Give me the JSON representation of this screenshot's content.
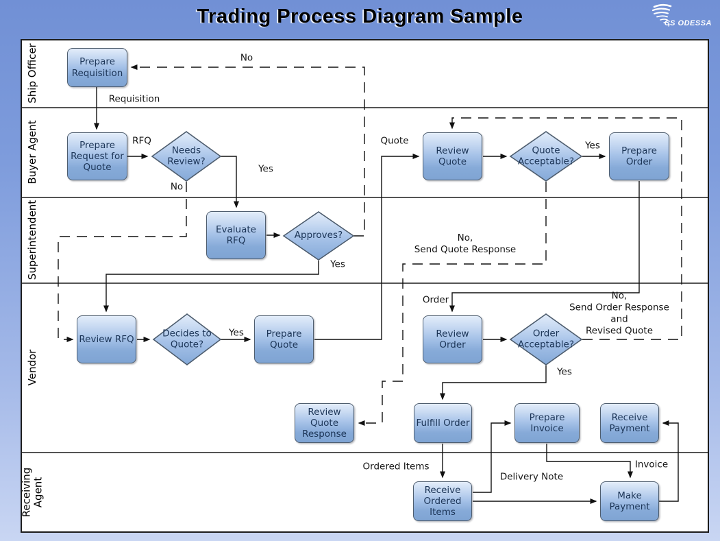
{
  "title": "Trading Process Diagram Sample",
  "logo": {
    "text": "CS ODESSA",
    "icon": "tornado-icon"
  },
  "colors": {
    "background_top": "#7190d5",
    "background_bottom": "#c9d6f3",
    "canvas": "#ffffff",
    "node_fill_top": "#e3edfa",
    "node_fill_bottom": "#7fa4d3",
    "node_border": "#4e5d6e",
    "node_text": "#1c3557",
    "line": "#1a1a1a"
  },
  "lanes": [
    {
      "label": "Ship Officer"
    },
    {
      "label": "Buyer Agent"
    },
    {
      "label": "Superintendent"
    },
    {
      "label": "Vendor"
    },
    {
      "label": "Receiving Agent"
    }
  ],
  "nodes": {
    "prepare_requisition": {
      "label": "Prepare Requisition",
      "type": "process"
    },
    "prepare_request_for_quote": {
      "label": "Prepare Request for Quote",
      "type": "process"
    },
    "needs_review": {
      "label": "Needs Review?",
      "type": "decision"
    },
    "review_quote": {
      "label": "Review Quote",
      "type": "process"
    },
    "quote_acceptable": {
      "label": "Quote Acceptable?",
      "type": "decision"
    },
    "prepare_order": {
      "label": "Prepare Order",
      "type": "process"
    },
    "evaluate_rfq": {
      "label": "Evaluate RFQ",
      "type": "process"
    },
    "approves": {
      "label": "Approves?",
      "type": "decision"
    },
    "review_rfq": {
      "label": "Review RFQ",
      "type": "process"
    },
    "decides_to_quote": {
      "label": "Decides to Quote?",
      "type": "decision"
    },
    "prepare_quote": {
      "label": "Prepare Quote",
      "type": "process"
    },
    "review_order": {
      "label": "Review Order",
      "type": "process"
    },
    "order_acceptable": {
      "label": "Order Acceptable?",
      "type": "decision"
    },
    "review_quote_response": {
      "label": "Review Quote Response",
      "type": "process"
    },
    "fulfill_order": {
      "label": "Fulfill Order",
      "type": "process"
    },
    "prepare_invoice": {
      "label": "Prepare Invoice",
      "type": "process"
    },
    "receive_payment": {
      "label": "Receive Payment",
      "type": "process"
    },
    "receive_ordered_items": {
      "label": "Receive Ordered Items",
      "type": "process"
    },
    "make_payment": {
      "label": "Make Payment",
      "type": "process"
    }
  },
  "edge_labels": {
    "no_top": "No",
    "requisition": "Requisition",
    "rfq": "RFQ",
    "needs_yes": "Yes",
    "needs_no": "No",
    "approves_yes": "Yes",
    "quote": "Quote",
    "quote_yes": "Yes",
    "no_send_quote_response": "No,\nSend Quote Response",
    "order": "Order",
    "no_send_order_response": "No,\nSend Order Response and\nRevised Quote",
    "decides_yes": "Yes",
    "order_yes": "Yes",
    "ordered_items": "Ordered Items",
    "delivery_note": "Delivery Note",
    "invoice": "Invoice"
  }
}
